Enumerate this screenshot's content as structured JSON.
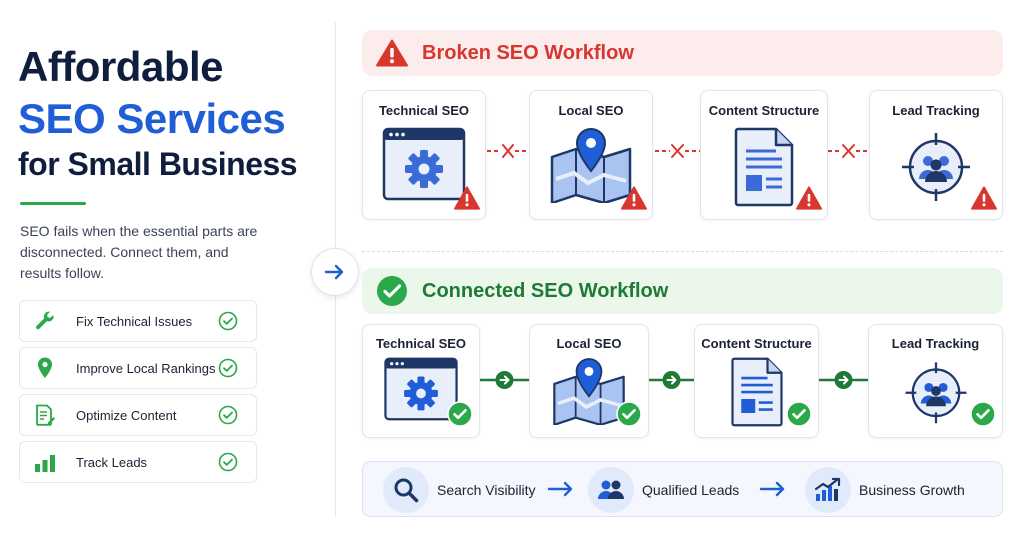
{
  "header": {
    "line1": "Affordable",
    "line2": "SEO Services",
    "line3": "for Small Business"
  },
  "description": "SEO fails when the essential parts are disconnected. Connect them, and results follow.",
  "benefits": [
    {
      "label": "Fix Technical Issues",
      "icon": "wrench-icon"
    },
    {
      "label": "Improve Local Rankings",
      "icon": "map-pin-icon"
    },
    {
      "label": "Optimize Content",
      "icon": "document-edit-icon"
    },
    {
      "label": "Track Leads",
      "icon": "bar-chart-icon"
    }
  ],
  "broken": {
    "title": "Broken SEO Workflow",
    "icon": "warning-icon",
    "steps": [
      "Technical SEO",
      "Local SEO",
      "Content Structure",
      "Lead Tracking"
    ],
    "connector_icon": "broken-link-icon",
    "badge_icon": "warning-icon"
  },
  "connected": {
    "title": "Connected SEO Workflow",
    "icon": "check-circle-icon",
    "steps": [
      "Technical SEO",
      "Local SEO",
      "Content Structure",
      "Lead Tracking"
    ],
    "connector_icon": "arrow-right-circle-icon",
    "badge_icon": "check-circle-icon"
  },
  "outcomes": [
    {
      "label": "Search Visibility",
      "icon": "search-icon"
    },
    {
      "label": "Qualified Leads",
      "icon": "users-icon"
    },
    {
      "label": "Business Growth",
      "icon": "growth-chart-icon"
    }
  ],
  "colors": {
    "navy": "#0f1e3d",
    "blue": "#1f5ed6",
    "red": "#d7372f",
    "green": "#1f7a35",
    "green_light": "#2aa84a"
  }
}
